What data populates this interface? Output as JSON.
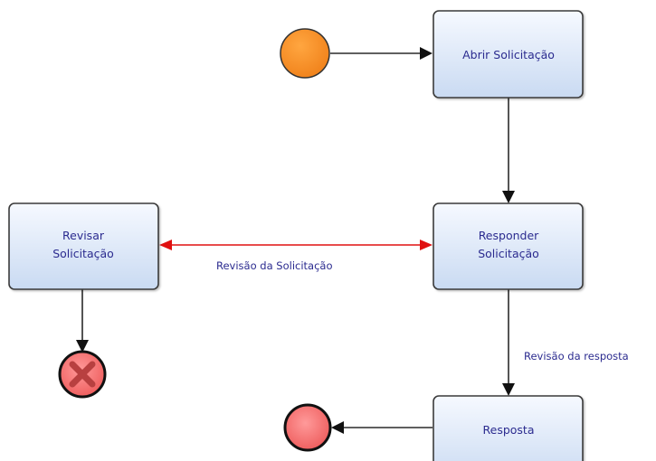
{
  "tasks": {
    "abrir": {
      "line1": "Abrir Solicitação"
    },
    "responder": {
      "line1": "Responder",
      "line2": "Solicitação"
    },
    "revisar": {
      "line1": "Revisar",
      "line2": "Solicitação"
    },
    "resposta": {
      "line1": "Resposta"
    }
  },
  "flow_labels": {
    "revisao_solicitacao": "Revisão da Solicitação",
    "revisao_resposta": "Revisão da resposta"
  },
  "colors": {
    "task_fill_top": "#f6f9ff",
    "task_fill_bottom": "#c9daf2",
    "task_stroke": "#3a3a3a",
    "start_event": "#f58a1f",
    "end_event": "#f06a6a",
    "cancel_x": "#b84040",
    "message_flow": "#e01010",
    "sequence_flow": "#2a2a2a",
    "label_text": "#2b2b8f"
  },
  "icons": {
    "start": "start-event-circle",
    "end": "end-event-circle",
    "cancel": "cancel-end-event-x"
  }
}
